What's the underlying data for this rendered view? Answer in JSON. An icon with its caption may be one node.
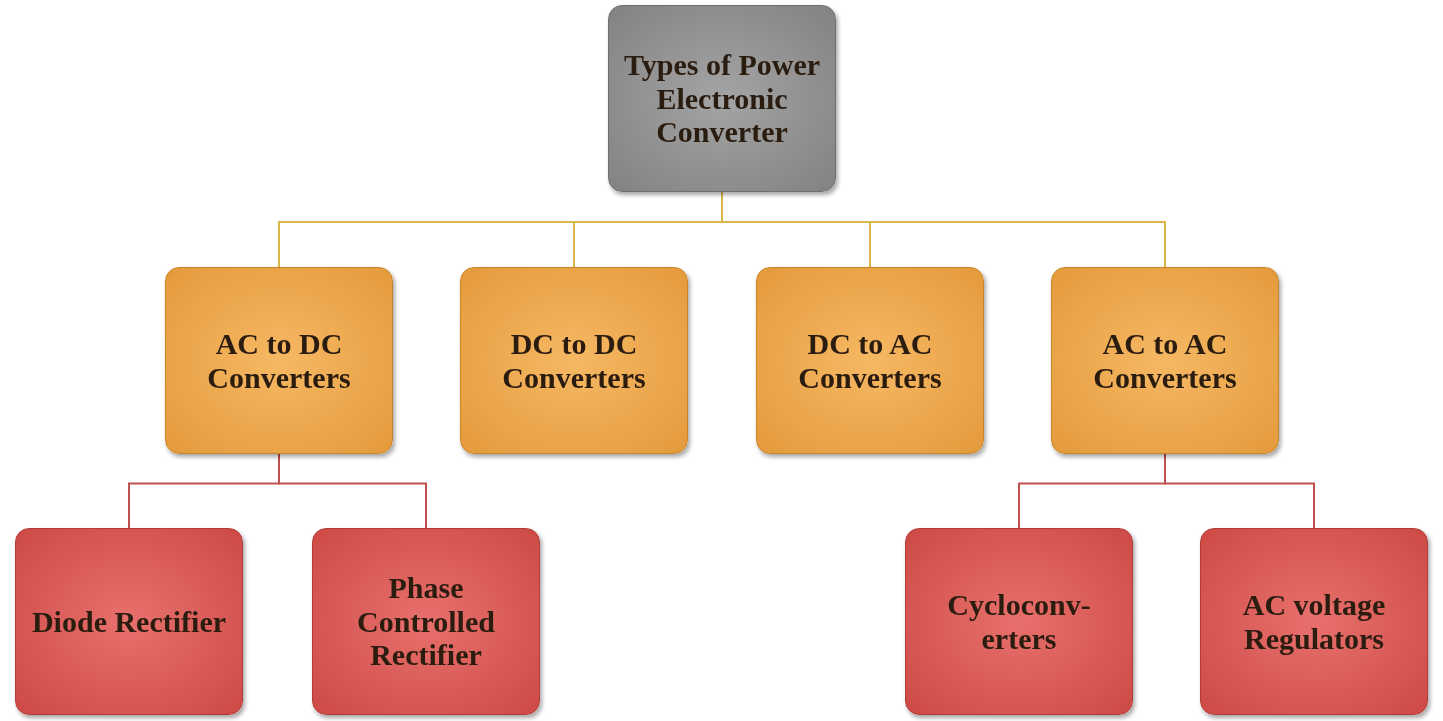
{
  "diagram": {
    "nodes": [
      {
        "text": [
          "Types of Power Electronic Converter"
        ]
      },
      {
        "text": [
          "AC to DC Converters"
        ]
      },
      {
        "text": [
          "DC to DC Converters"
        ]
      },
      {
        "text": [
          "DC to AC Converters"
        ]
      },
      {
        "text": [
          "AC to AC Converters"
        ]
      },
      {
        "text": [
          "Diode Rectifier"
        ]
      },
      {
        "text": [
          "Phase Controlled Rectifier"
        ]
      },
      {
        "text": [
          "Cycloconv- erters"
        ]
      },
      {
        "text": [
          "AC voltage Regulators"
        ]
      }
    ],
    "edges": [
      {
        "from": 0,
        "to": 1,
        "arrow": "none",
        "color": "#d9b64a"
      },
      {
        "from": 0,
        "to": 2,
        "arrow": "none",
        "color": "#d9b64a"
      },
      {
        "from": 0,
        "to": 3,
        "arrow": "none",
        "color": "#d9b64a"
      },
      {
        "from": 0,
        "to": 4,
        "arrow": "none",
        "color": "#d9b64a"
      },
      {
        "from": 1,
        "to": 5,
        "arrow": "none",
        "color": "#c0504d"
      },
      {
        "from": 1,
        "to": 6,
        "arrow": "none",
        "color": "#c0504d"
      },
      {
        "from": 4,
        "to": 7,
        "arrow": "none",
        "color": "#c0504d"
      },
      {
        "from": 4,
        "to": 8,
        "arrow": "none",
        "color": "#c0504d"
      }
    ]
  }
}
